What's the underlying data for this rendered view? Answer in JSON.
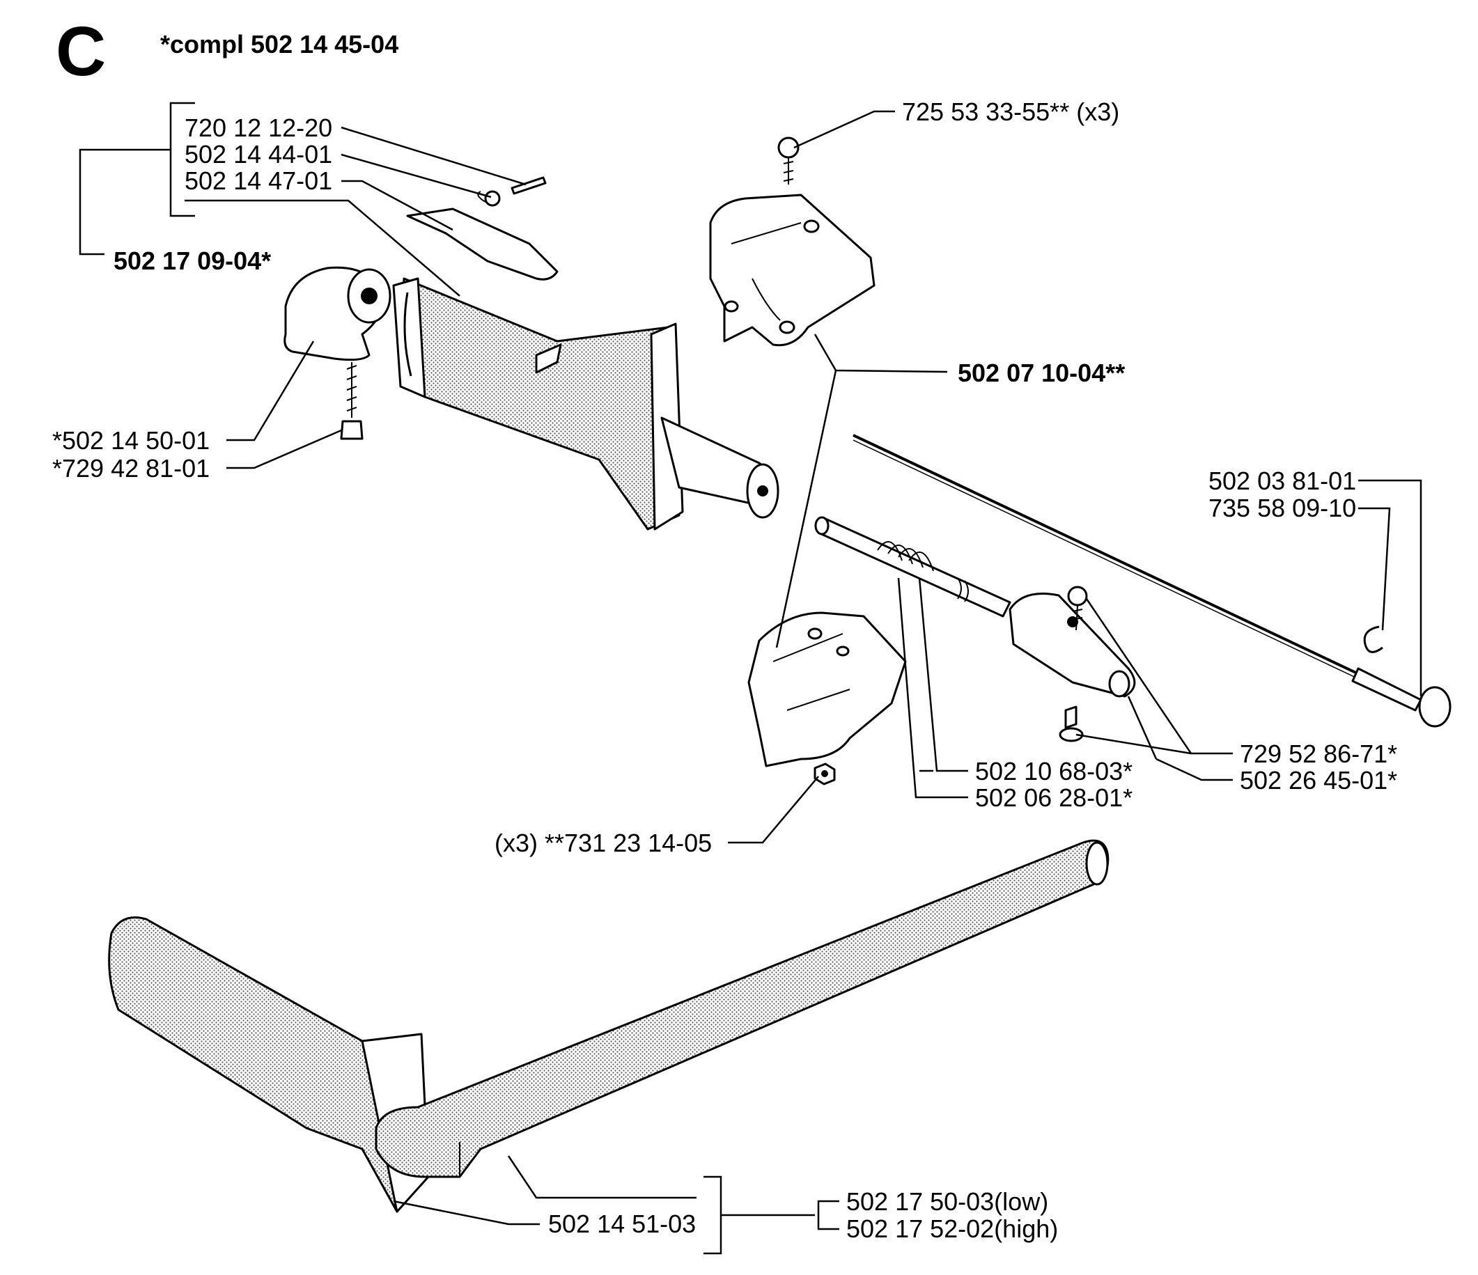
{
  "section_letter": "C",
  "compl_label": "*compl 502 14 45-04",
  "labels": {
    "p720_12_12_20": "720 12 12-20",
    "p502_14_44_01": "502 14 44-01",
    "p502_14_47_01": "502 14 47-01",
    "p502_17_09_04": "502 17 09-04*",
    "p725_53_33_55": "725 53 33-55** (x3)",
    "p502_07_10_04": "502 07 10-04**",
    "p502_14_50_01": "*502 14 50-01",
    "p729_42_81_01": "*729 42 81-01",
    "p502_03_81_01": "502 03 81-01",
    "p735_58_09_10": "735 58 09-10",
    "p729_52_86_71": "729 52 86-71*",
    "p502_26_45_01": "502 26 45-01*",
    "p502_10_68_03": "502 10 68-03*",
    "p502_06_28_01": "502 06 28-01*",
    "p731_23_14_05": "(x3) **731 23 14-05",
    "p502_14_51_03": "502 14 51-03",
    "p502_17_50_03": "502 17 50-03(low)",
    "p502_17_52_02": "502 17 52-02(high)"
  }
}
